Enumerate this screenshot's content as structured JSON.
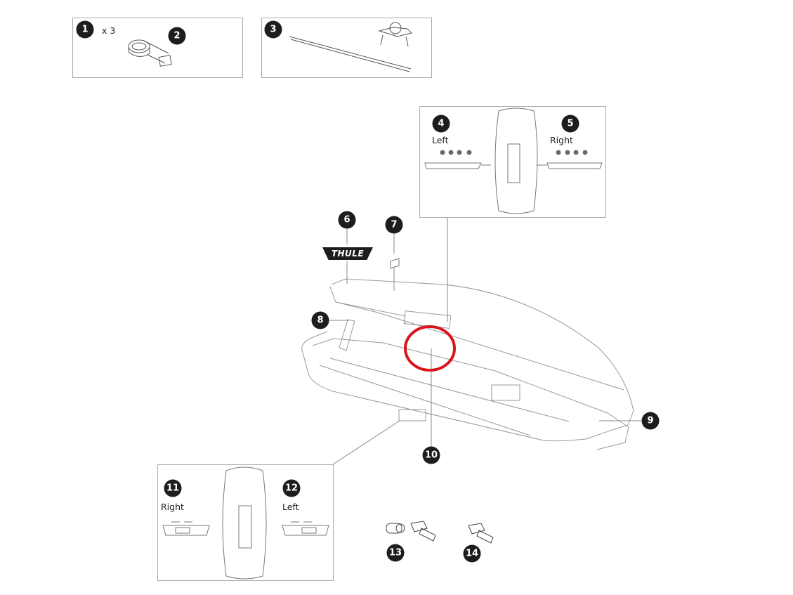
{
  "parts": [
    {
      "number": "1",
      "quantity": "x 3"
    },
    {
      "number": "2"
    },
    {
      "number": "3"
    },
    {
      "number": "4",
      "side": "Left"
    },
    {
      "number": "5",
      "side": "Right"
    },
    {
      "number": "6",
      "logo_text": "THULE"
    },
    {
      "number": "7"
    },
    {
      "number": "8"
    },
    {
      "number": "9"
    },
    {
      "number": "10"
    },
    {
      "number": "11",
      "side": "Right"
    },
    {
      "number": "12",
      "side": "Left"
    },
    {
      "number": "13"
    },
    {
      "number": "14"
    }
  ],
  "colors": {
    "badge": "#1d1d1d",
    "line": "#999999",
    "highlight": "#d9141b"
  }
}
